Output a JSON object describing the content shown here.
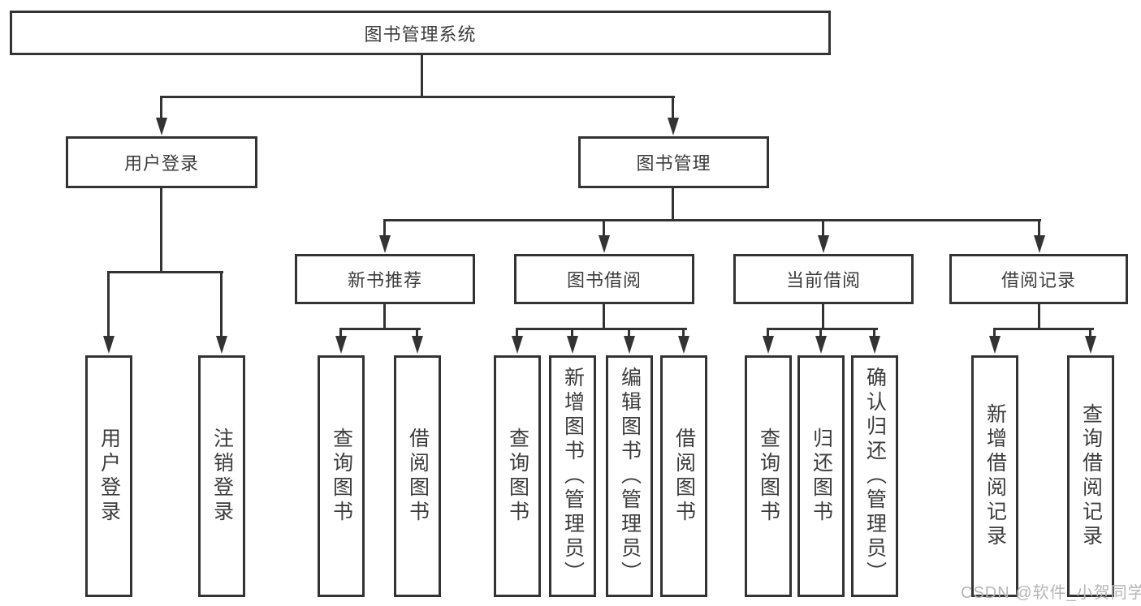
{
  "diagram": {
    "title": "图书管理系统",
    "colors": {
      "line": "#333333",
      "box_border": "#333333",
      "text": "#3c3c3c",
      "watermark": "#b5b5b5",
      "background": "#ffffff"
    },
    "root": {
      "label": "图书管理系统"
    },
    "level2": [
      {
        "label": "用户登录"
      },
      {
        "label": "图书管理"
      }
    ],
    "level3": [
      {
        "label": "新书推荐"
      },
      {
        "label": "图书借阅"
      },
      {
        "label": "当前借阅"
      },
      {
        "label": "借阅记录"
      }
    ],
    "leaves": {
      "user_login": [
        {
          "label": "用户登录"
        },
        {
          "label": "注销登录"
        }
      ],
      "new_book": [
        {
          "label": "查询图书"
        },
        {
          "label": "借阅图书"
        }
      ],
      "book_borrow": [
        {
          "label": "查询图书"
        },
        {
          "label": "新增图书（管理员）"
        },
        {
          "label": "编辑图书（管理员）"
        },
        {
          "label": "借阅图书"
        }
      ],
      "current_borrow": [
        {
          "label": "查询图书"
        },
        {
          "label": "归还图书"
        },
        {
          "label": "确认归还（管理员）"
        }
      ],
      "borrow_record": [
        {
          "label": "新增借阅记录"
        },
        {
          "label": "查询借阅记录"
        }
      ]
    },
    "watermark": "CSDN @软件_小贺同学"
  }
}
